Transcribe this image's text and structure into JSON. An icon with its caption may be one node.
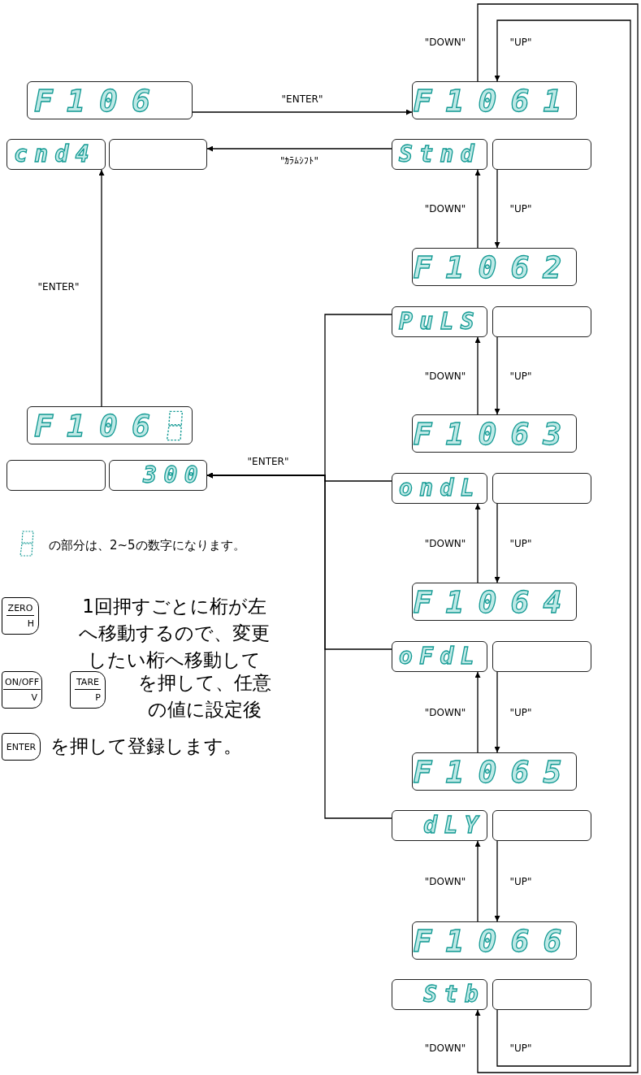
{
  "diagram": {
    "nodes": [
      {
        "text": [
          "F106"
        ]
      },
      {
        "text": [
          "cnd4"
        ]
      },
      {
        "text": [],
        "shape": "box"
      },
      {
        "text": [
          "F1061"
        ]
      },
      {
        "text": [
          "Stnd"
        ]
      },
      {
        "text": [],
        "shape": "box"
      },
      {
        "text": [
          "F1062"
        ]
      },
      {
        "text": [
          "PuLS"
        ]
      },
      {
        "text": [],
        "shape": "box"
      },
      {
        "text": [
          "F1063"
        ]
      },
      {
        "text": [
          "ondL"
        ]
      },
      {
        "text": [],
        "shape": "box"
      },
      {
        "text": [
          "F1064"
        ]
      },
      {
        "text": [
          "oFdL"
        ]
      },
      {
        "text": [],
        "shape": "box"
      },
      {
        "text": [
          "F1065"
        ]
      },
      {
        "text": [
          "dLY"
        ]
      },
      {
        "text": [],
        "shape": "box"
      },
      {
        "text": [
          "F1066"
        ]
      },
      {
        "text": [
          "Stb"
        ]
      },
      {
        "text": [],
        "shape": "box"
      },
      {
        "text": [
          "F106"
        ]
      },
      {
        "text": [],
        "shape": "box"
      },
      {
        "text": [
          "300"
        ]
      }
    ],
    "edges": [
      {
        "from": 0,
        "to": 3,
        "arrow": "to",
        "label": "\"ENTER\""
      },
      {
        "from": 4,
        "to": 2,
        "arrow": "to",
        "label": "\"ｶﾗﾑｼﾌﾄ\""
      },
      {
        "from": 3,
        "to": 19,
        "arrow": "to",
        "label": "\"DOWN\""
      },
      {
        "from": 20,
        "to": 3,
        "arrow": "to",
        "label": "\"UP\""
      },
      {
        "from": 6,
        "to": 4,
        "arrow": "to",
        "label": "\"DOWN\""
      },
      {
        "from": 5,
        "to": 6,
        "arrow": "to",
        "label": "\"UP\""
      },
      {
        "from": 9,
        "to": 7,
        "arrow": "to",
        "label": "\"DOWN\""
      },
      {
        "from": 8,
        "to": 9,
        "arrow": "to",
        "label": "\"UP\""
      },
      {
        "from": 12,
        "to": 10,
        "arrow": "to",
        "label": "\"DOWN\""
      },
      {
        "from": 11,
        "to": 12,
        "arrow": "to",
        "label": "\"UP\""
      },
      {
        "from": 15,
        "to": 13,
        "arrow": "to",
        "label": "\"DOWN\""
      },
      {
        "from": 14,
        "to": 15,
        "arrow": "to",
        "label": "\"UP\""
      },
      {
        "from": 18,
        "to": 16,
        "arrow": "to",
        "label": "\"DOWN\""
      },
      {
        "from": 17,
        "to": 18,
        "arrow": "to",
        "label": "\"UP\""
      },
      {
        "from": 7,
        "to": 23,
        "arrow": "to",
        "label": "\"ENTER\""
      },
      {
        "from": 10,
        "to": 23,
        "arrow": "to"
      },
      {
        "from": 13,
        "to": 23,
        "arrow": "to"
      },
      {
        "from": 16,
        "to": 23,
        "arrow": "to"
      },
      {
        "from": 21,
        "to": 1,
        "arrow": "to",
        "label": "\"ENTER\""
      }
    ],
    "labels": [
      "の部分は、2~5の数字になります。",
      "ZERO",
      "H",
      "1回押すごとに桁が左へ移動するので、変更したい桁へ移動して",
      "ON/OFF",
      "V",
      "TARE",
      "P",
      "を押して、任意の値に設定後",
      "ENTER",
      "を押して登録します。",
      "\"DOWN\"",
      "\"UP\""
    ]
  }
}
